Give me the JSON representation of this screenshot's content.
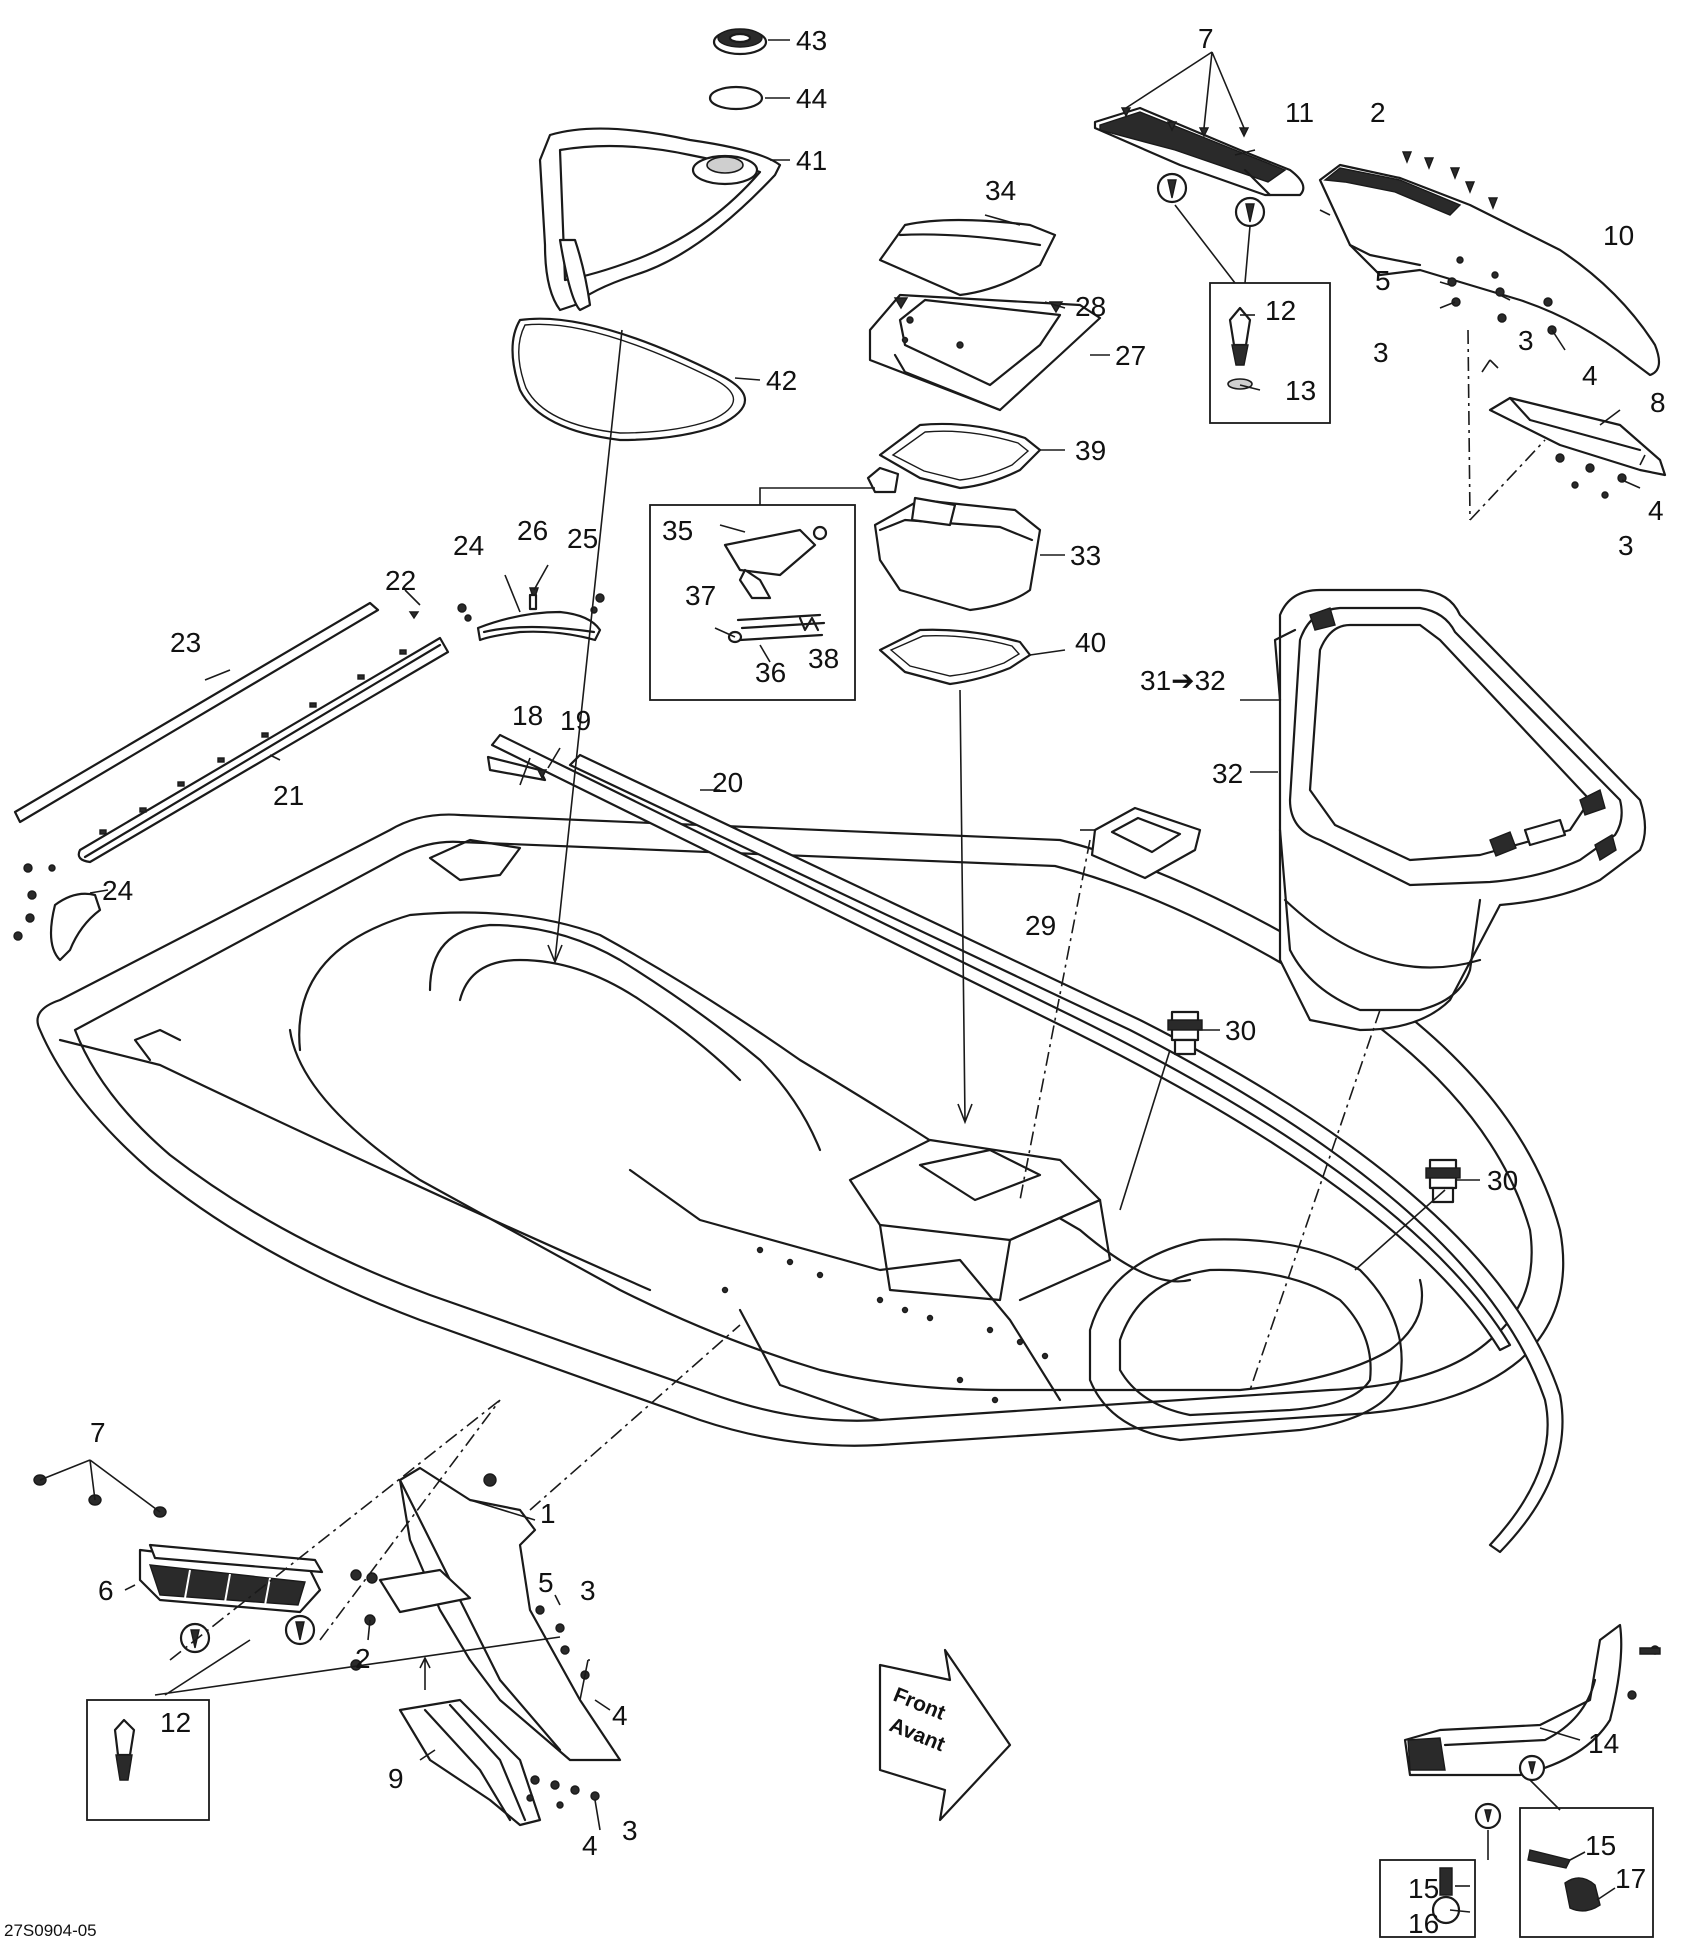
{
  "drawing_code": "27S0904-05",
  "direction_arrow": {
    "line1": "Front",
    "line2": "Avant"
  },
  "callouts": [
    {
      "id": "c43",
      "label": "43"
    },
    {
      "id": "c44",
      "label": "44"
    },
    {
      "id": "c41",
      "label": "41"
    },
    {
      "id": "c42",
      "label": "42"
    },
    {
      "id": "c34",
      "label": "34"
    },
    {
      "id": "c28",
      "label": "28"
    },
    {
      "id": "c27",
      "label": "27"
    },
    {
      "id": "c39",
      "label": "39"
    },
    {
      "id": "c35",
      "label": "35"
    },
    {
      "id": "c33",
      "label": "33"
    },
    {
      "id": "c37",
      "label": "37"
    },
    {
      "id": "c36",
      "label": "36"
    },
    {
      "id": "c38",
      "label": "38"
    },
    {
      "id": "c40",
      "label": "40"
    },
    {
      "id": "c7a",
      "label": "7"
    },
    {
      "id": "c11",
      "label": "11"
    },
    {
      "id": "c2a",
      "label": "2"
    },
    {
      "id": "c10",
      "label": "10"
    },
    {
      "id": "c12a",
      "label": "12"
    },
    {
      "id": "c13",
      "label": "13"
    },
    {
      "id": "c5a",
      "label": "5"
    },
    {
      "id": "c3a",
      "label": "3"
    },
    {
      "id": "c3b",
      "label": "3"
    },
    {
      "id": "c4a",
      "label": "4"
    },
    {
      "id": "c8",
      "label": "8"
    },
    {
      "id": "c4b",
      "label": "4"
    },
    {
      "id": "c3c",
      "label": "3"
    },
    {
      "id": "c3132",
      "label": "31➔32"
    },
    {
      "id": "c32",
      "label": "32"
    },
    {
      "id": "c26",
      "label": "26"
    },
    {
      "id": "c25",
      "label": "25"
    },
    {
      "id": "c24a",
      "label": "24"
    },
    {
      "id": "c22",
      "label": "22"
    },
    {
      "id": "c23",
      "label": "23"
    },
    {
      "id": "c21",
      "label": "21"
    },
    {
      "id": "c24b",
      "label": "24"
    },
    {
      "id": "c18",
      "label": "18"
    },
    {
      "id": "c19",
      "label": "19"
    },
    {
      "id": "c20",
      "label": "20"
    },
    {
      "id": "c29",
      "label": "29"
    },
    {
      "id": "c30a",
      "label": "30"
    },
    {
      "id": "c30b",
      "label": "30"
    },
    {
      "id": "c7b",
      "label": "7"
    },
    {
      "id": "c6",
      "label": "6"
    },
    {
      "id": "c12b",
      "label": "12"
    },
    {
      "id": "c1",
      "label": "1"
    },
    {
      "id": "c5b",
      "label": "5"
    },
    {
      "id": "c3d",
      "label": "3"
    },
    {
      "id": "c2b",
      "label": "2"
    },
    {
      "id": "c4c",
      "label": "4"
    },
    {
      "id": "c9",
      "label": "9"
    },
    {
      "id": "c4d",
      "label": "4"
    },
    {
      "id": "c3e",
      "label": "3"
    },
    {
      "id": "c14",
      "label": "14"
    },
    {
      "id": "c15a",
      "label": "15"
    },
    {
      "id": "c16",
      "label": "16"
    },
    {
      "id": "c15b",
      "label": "15"
    },
    {
      "id": "c17",
      "label": "17"
    }
  ]
}
